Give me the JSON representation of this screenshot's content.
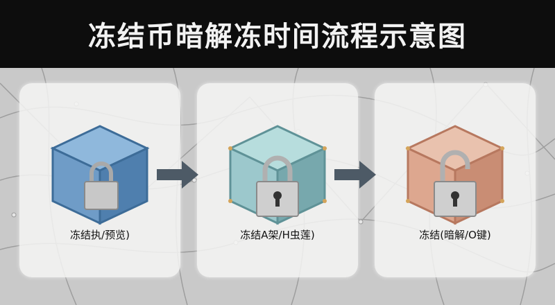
{
  "title": "冻结币暗解冻时间流程示意图",
  "steps": [
    {
      "label": "冻结执/预览)",
      "cube_color": "#6f9cc7",
      "cube_top": "#8fb8dc",
      "cube_side": "#4f7fae",
      "icon": "lock-closed-icon"
    },
    {
      "label": "冻结A架/H虫莲)",
      "cube_color": "#9cc8cc",
      "cube_top": "#b7dddd",
      "cube_side": "#77a8ad",
      "icon": "lock-closed-icon"
    },
    {
      "label": "冻结(暗解/O键)",
      "cube_color": "#dda78f",
      "cube_top": "#e9c2ae",
      "cube_side": "#c98d74",
      "icon": "lock-open-icon"
    }
  ],
  "arrow_color": "#4d5a66"
}
